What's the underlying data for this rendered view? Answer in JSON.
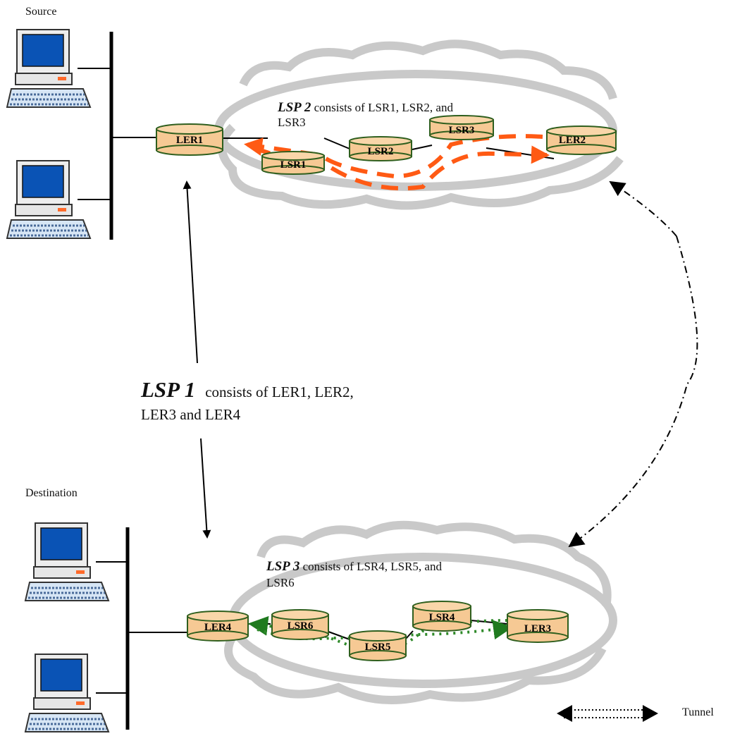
{
  "labels": {
    "source": "Source",
    "destination": "Destination",
    "tunnel": "Tunnel"
  },
  "lsp1": {
    "name": "LSP 1",
    "line1": "consists of LER1, LER2,",
    "line2": "LER3 and LER4"
  },
  "lsp2": {
    "name": "LSP 2",
    "line1": "consists of LSR1, LSR2, and",
    "line2": "LSR3"
  },
  "lsp3": {
    "name": "LSP 3",
    "line1": "consists of LSR4, LSR5, and",
    "line2": "LSR6"
  },
  "nodes": {
    "ler1": "LER1",
    "ler2": "LER2",
    "ler3": "LER3",
    "ler4": "LER4",
    "lsr1": "LSR1",
    "lsr2": "LSR2",
    "lsr3": "LSR3",
    "lsr4": "LSR4",
    "lsr5": "LSR5",
    "lsr6": "LSR6"
  },
  "colors": {
    "router_fill": "#f6c994",
    "router_stroke": "#2f5f1e",
    "cloud": "#c9c9c9",
    "lsp2_path": "#ff5a14",
    "lsp3_path": "#2f8a2a",
    "monitor_screen": "#0a53b5"
  },
  "icons": [
    "computer-icon",
    "router-icon",
    "cloud-icon",
    "arrow-icon"
  ]
}
